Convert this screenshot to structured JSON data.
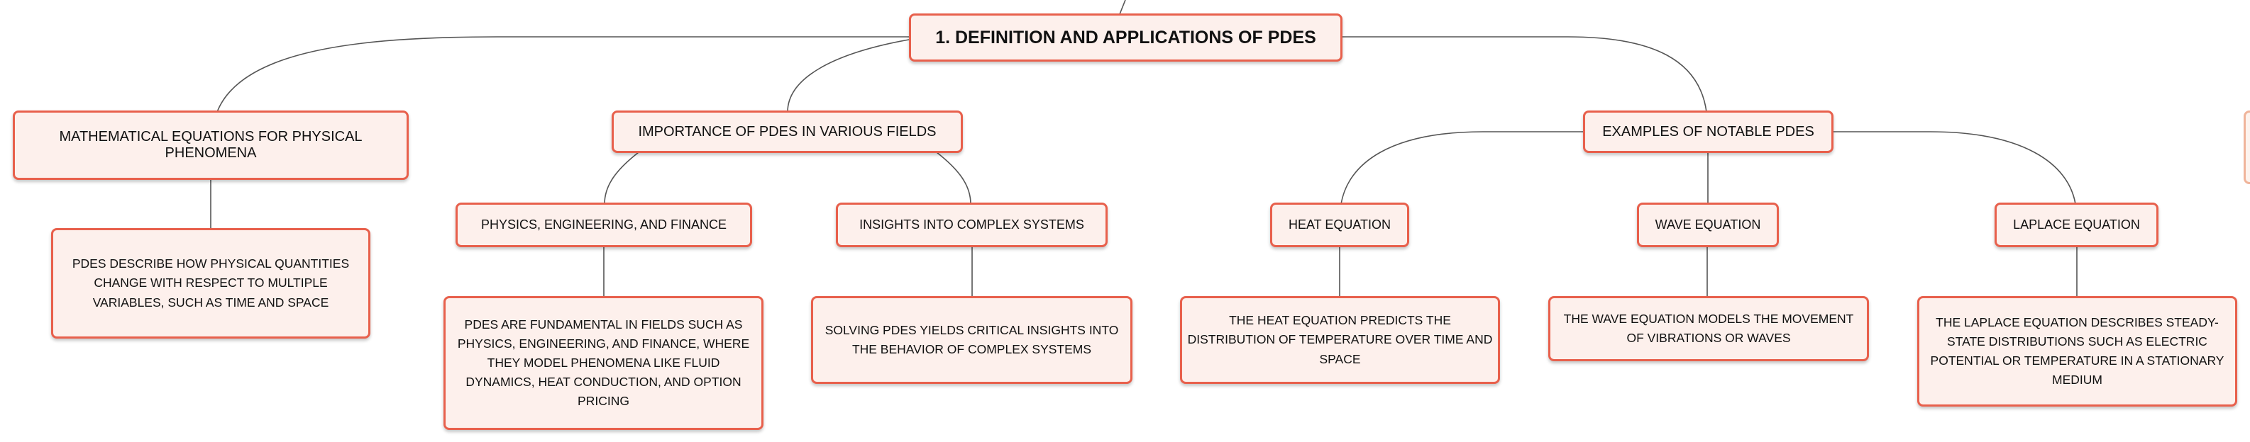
{
  "diagram": {
    "root": {
      "label": "1. DEFINITION AND APPLICATIONS OF PDES"
    },
    "branches": [
      {
        "label": "MATHEMATICAL EQUATIONS FOR PHYSICAL PHENOMENA",
        "detail": "PDES DESCRIBE HOW PHYSICAL QUANTITIES CHANGE WITH RESPECT TO MULTIPLE VARIABLES, SUCH AS TIME AND SPACE"
      },
      {
        "label": "IMPORTANCE OF PDES IN VARIOUS FIELDS",
        "children": [
          {
            "label": "PHYSICS, ENGINEERING, AND FINANCE",
            "detail": "PDES ARE FUNDAMENTAL IN FIELDS SUCH AS PHYSICS, ENGINEERING, AND FINANCE, WHERE THEY MODEL PHENOMENA LIKE FLUID DYNAMICS, HEAT CONDUCTION, AND OPTION PRICING"
          },
          {
            "label": "INSIGHTS INTO COMPLEX SYSTEMS",
            "detail": "SOLVING PDES YIELDS CRITICAL INSIGHTS INTO THE BEHAVIOR OF COMPLEX SYSTEMS"
          }
        ]
      },
      {
        "label": "EXAMPLES OF NOTABLE PDES",
        "children": [
          {
            "label": "HEAT EQUATION",
            "detail": "THE HEAT EQUATION PREDICTS THE DISTRIBUTION OF TEMPERATURE OVER TIME AND SPACE"
          },
          {
            "label": "WAVE EQUATION",
            "detail": "THE WAVE EQUATION MODELS THE MOVEMENT OF VIBRATIONS OR WAVES"
          },
          {
            "label": "LAPLACE EQUATION",
            "detail": "THE LAPLACE EQUATION DESCRIBES STEADY-STATE DISTRIBUTIONS SUCH AS ELECTRIC POTENTIAL OR TEMPERATURE IN A STATIONARY MEDIUM"
          }
        ]
      }
    ]
  },
  "colors": {
    "node_border": "#e8604c",
    "node_fill": "#fdf0ec",
    "connector": "#555555"
  }
}
